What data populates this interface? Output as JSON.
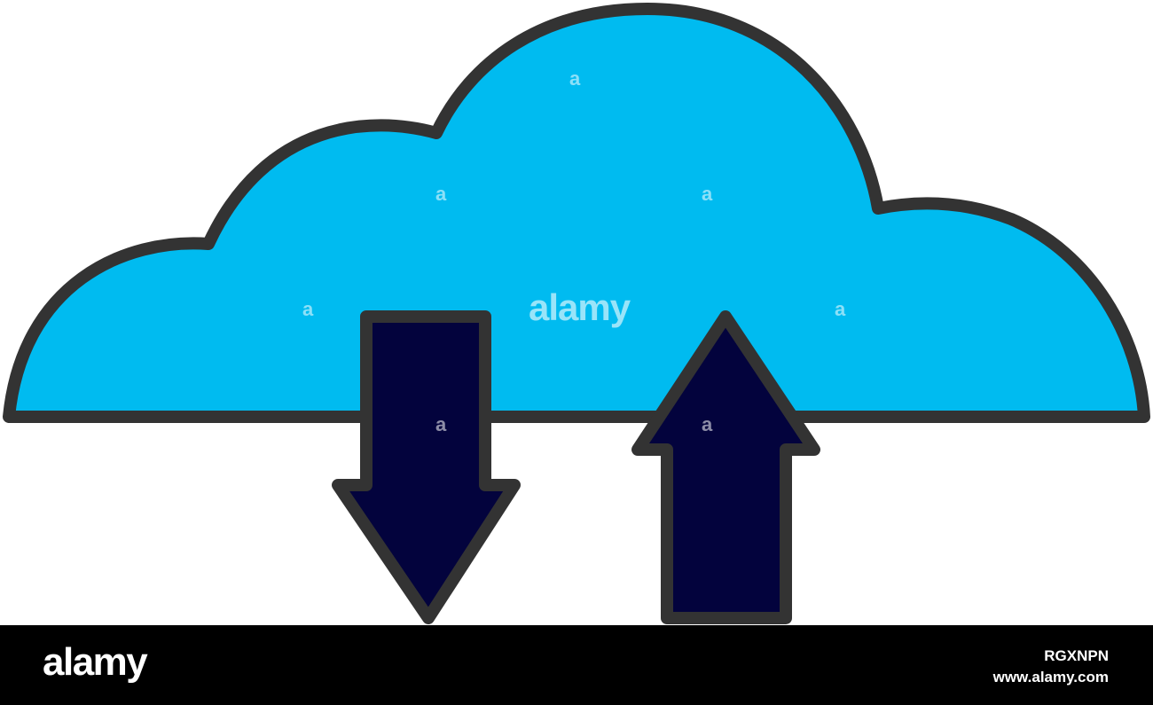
{
  "illustration": {
    "cloud_icon": "cloud-icon",
    "download_icon": "arrow-down-icon",
    "upload_icon": "arrow-up-icon",
    "colors": {
      "cloud_fill": "#00BBF0",
      "arrow_fill": "#03033D",
      "outline": "#333333",
      "background": "#FFFFFF"
    }
  },
  "watermark": {
    "center_text": "alamy",
    "tile_text": "a"
  },
  "footer": {
    "logo": "alamy",
    "image_id": "RGXNPN",
    "url": "www.alamy.com",
    "background": "#000000",
    "text_color": "#FFFFFF"
  }
}
